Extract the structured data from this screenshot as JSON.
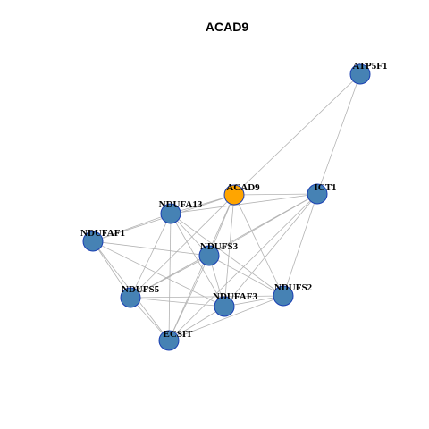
{
  "graph": {
    "title": "ACAD9",
    "colors": {
      "focus_fill": "#FFA500",
      "node_fill": "#4682B4",
      "node_border": "#1a3fb3",
      "edge": "#b3b3b3",
      "background": "#ffffff"
    },
    "nodes": [
      {
        "id": "ATP5F1",
        "label": "ATP5F1",
        "focus": false
      },
      {
        "id": "ACAD9",
        "label": "ACAD9",
        "focus": true
      },
      {
        "id": "ICT1",
        "label": "ICT1",
        "focus": false
      },
      {
        "id": "NDUFA13",
        "label": "NDUFA13",
        "focus": false
      },
      {
        "id": "NDUFAF1",
        "label": "NDUFAF1",
        "focus": false
      },
      {
        "id": "NDUFS3",
        "label": "NDUFS3",
        "focus": false
      },
      {
        "id": "NDUFS5",
        "label": "NDUFS5",
        "focus": false
      },
      {
        "id": "NDUFAF3",
        "label": "NDUFAF3",
        "focus": false
      },
      {
        "id": "NDUFS2",
        "label": "NDUFS2",
        "focus": false
      },
      {
        "id": "ECSIT",
        "label": "ECSIT",
        "focus": false
      }
    ],
    "edges": [
      [
        "ATP5F1",
        "ACAD9"
      ],
      [
        "ATP5F1",
        "ICT1"
      ],
      [
        "ACAD9",
        "ICT1"
      ],
      [
        "ACAD9",
        "NDUFA13"
      ],
      [
        "ACAD9",
        "NDUFAF1"
      ],
      [
        "ACAD9",
        "NDUFS3"
      ],
      [
        "ACAD9",
        "NDUFS5"
      ],
      [
        "ACAD9",
        "NDUFAF3"
      ],
      [
        "ACAD9",
        "NDUFS2"
      ],
      [
        "ACAD9",
        "ECSIT"
      ],
      [
        "ICT1",
        "NDUFA13"
      ],
      [
        "ICT1",
        "NDUFS3"
      ],
      [
        "ICT1",
        "NDUFS5"
      ],
      [
        "ICT1",
        "NDUFAF3"
      ],
      [
        "ICT1",
        "NDUFS2"
      ],
      [
        "ICT1",
        "ECSIT"
      ],
      [
        "NDUFA13",
        "NDUFAF1"
      ],
      [
        "NDUFA13",
        "NDUFS3"
      ],
      [
        "NDUFA13",
        "NDUFS5"
      ],
      [
        "NDUFA13",
        "NDUFAF3"
      ],
      [
        "NDUFA13",
        "NDUFS2"
      ],
      [
        "NDUFA13",
        "ECSIT"
      ],
      [
        "NDUFAF1",
        "NDUFS3"
      ],
      [
        "NDUFAF1",
        "NDUFS5"
      ],
      [
        "NDUFAF1",
        "NDUFAF3"
      ],
      [
        "NDUFAF1",
        "ECSIT"
      ],
      [
        "NDUFS3",
        "NDUFS5"
      ],
      [
        "NDUFS3",
        "NDUFAF3"
      ],
      [
        "NDUFS3",
        "NDUFS2"
      ],
      [
        "NDUFS3",
        "ECSIT"
      ],
      [
        "NDUFS5",
        "NDUFAF3"
      ],
      [
        "NDUFS5",
        "NDUFS2"
      ],
      [
        "NDUFS5",
        "ECSIT"
      ],
      [
        "NDUFAF3",
        "NDUFS2"
      ],
      [
        "NDUFAF3",
        "ECSIT"
      ],
      [
        "NDUFS2",
        "ECSIT"
      ]
    ]
  }
}
